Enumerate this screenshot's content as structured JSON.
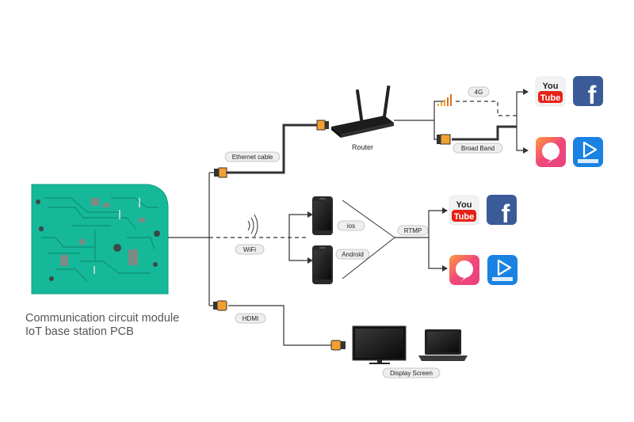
{
  "pcb": {
    "caption_line1": "Communication circuit module",
    "caption_line2": "IoT base station PCB"
  },
  "labels": {
    "ethernet": "Ethernet cable",
    "router": "Router",
    "wifi": "WiFi",
    "hdmi": "HDMI",
    "ios": "ios",
    "android": "Android",
    "rtmp": "RTMP",
    "g4": "4G",
    "broadband": "Broad Band",
    "display": "Display Screen"
  },
  "apps": {
    "youtube_top": "You",
    "youtube_bottom": "Tube",
    "facebook": "f"
  },
  "colors": {
    "pcb_green": "#16b89a",
    "connector": "#f0a030",
    "line": "#333333",
    "facebook": "#3b5a98",
    "youtube": "#e62117",
    "tv_blue": "#1a82e2"
  }
}
